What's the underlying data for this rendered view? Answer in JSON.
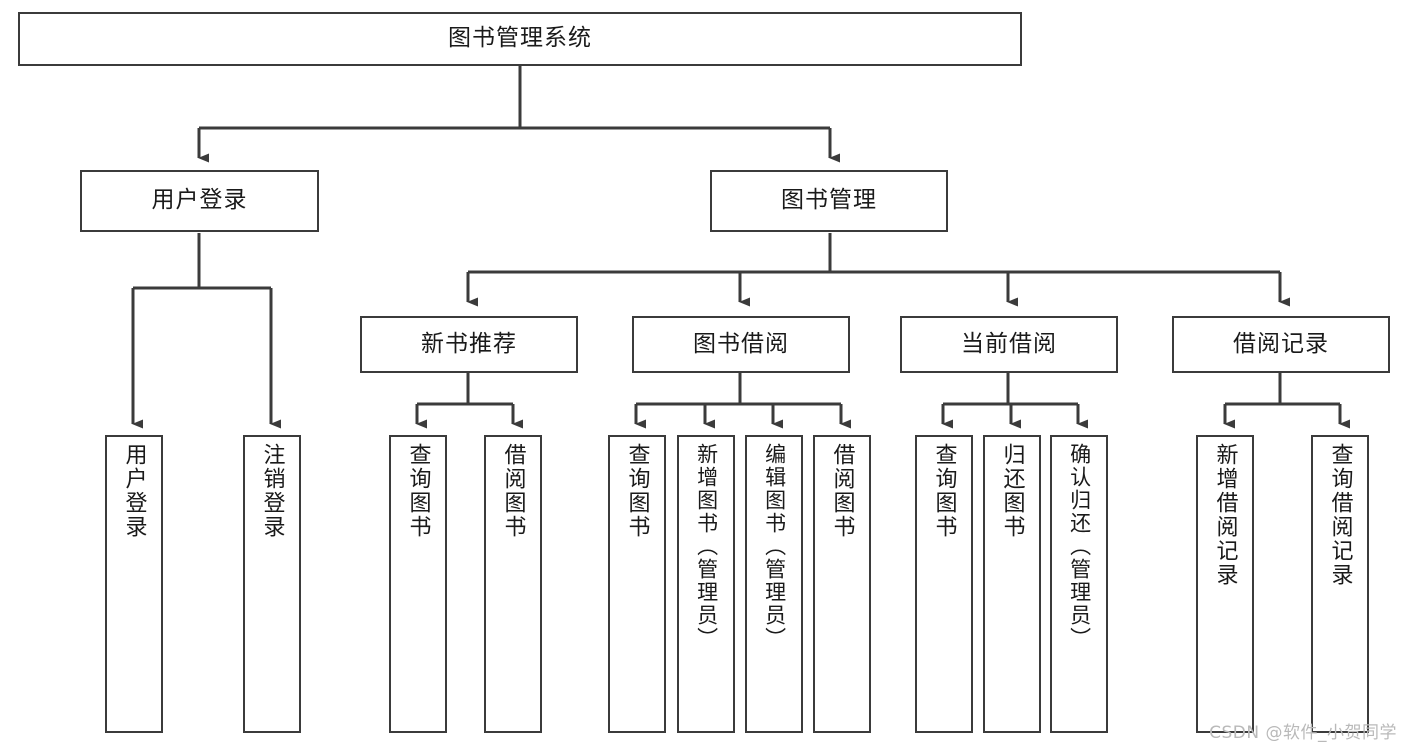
{
  "diagram": {
    "title": "图书管理系统",
    "type": "tree",
    "root": {
      "label": "图书管理系统"
    },
    "level2": [
      {
        "label": "用户登录"
      },
      {
        "label": "图书管理"
      }
    ],
    "level3": [
      {
        "label": "新书推荐"
      },
      {
        "label": "图书借阅"
      },
      {
        "label": "当前借阅"
      },
      {
        "label": "借阅记录"
      }
    ],
    "leaves": {
      "user_login": [
        {
          "label": "用户登录"
        },
        {
          "label": "注销登录"
        }
      ],
      "new_book_recommend": [
        {
          "label": "查询图书"
        },
        {
          "label": "借阅图书"
        }
      ],
      "book_borrow": [
        {
          "label": "查询图书"
        },
        {
          "label": "新增图书（管理员）"
        },
        {
          "label": "编辑图书（管理员）"
        },
        {
          "label": "借阅图书"
        }
      ],
      "current_borrow": [
        {
          "label": "查询图书"
        },
        {
          "label": "归还图书"
        },
        {
          "label": "确认归还（管理员）"
        }
      ],
      "borrow_record": [
        {
          "label": "新增借阅记录"
        },
        {
          "label": "查询借阅记录"
        }
      ]
    }
  },
  "watermark": {
    "text": "CSDN @软件_小贺同学"
  },
  "colors": {
    "stroke": "#3b3b3b",
    "fill": "#ffffff",
    "text": "#1a1a1a",
    "watermark": "#b9b9b9"
  }
}
